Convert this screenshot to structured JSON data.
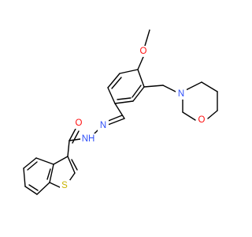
{
  "molecule": {
    "atom_labels": {
      "methoxy_o": "O",
      "morpholine_n": "N",
      "morpholine_o": "O",
      "carbonyl_o": "O",
      "amide_nh": "NH",
      "hydrazone_n": "N",
      "thiophene_s": "S"
    },
    "colors": {
      "bond": "#000000",
      "oxygen": "#ff0d0d",
      "nitrogen": "#3050f8",
      "sulfur": "#c8b400"
    }
  }
}
